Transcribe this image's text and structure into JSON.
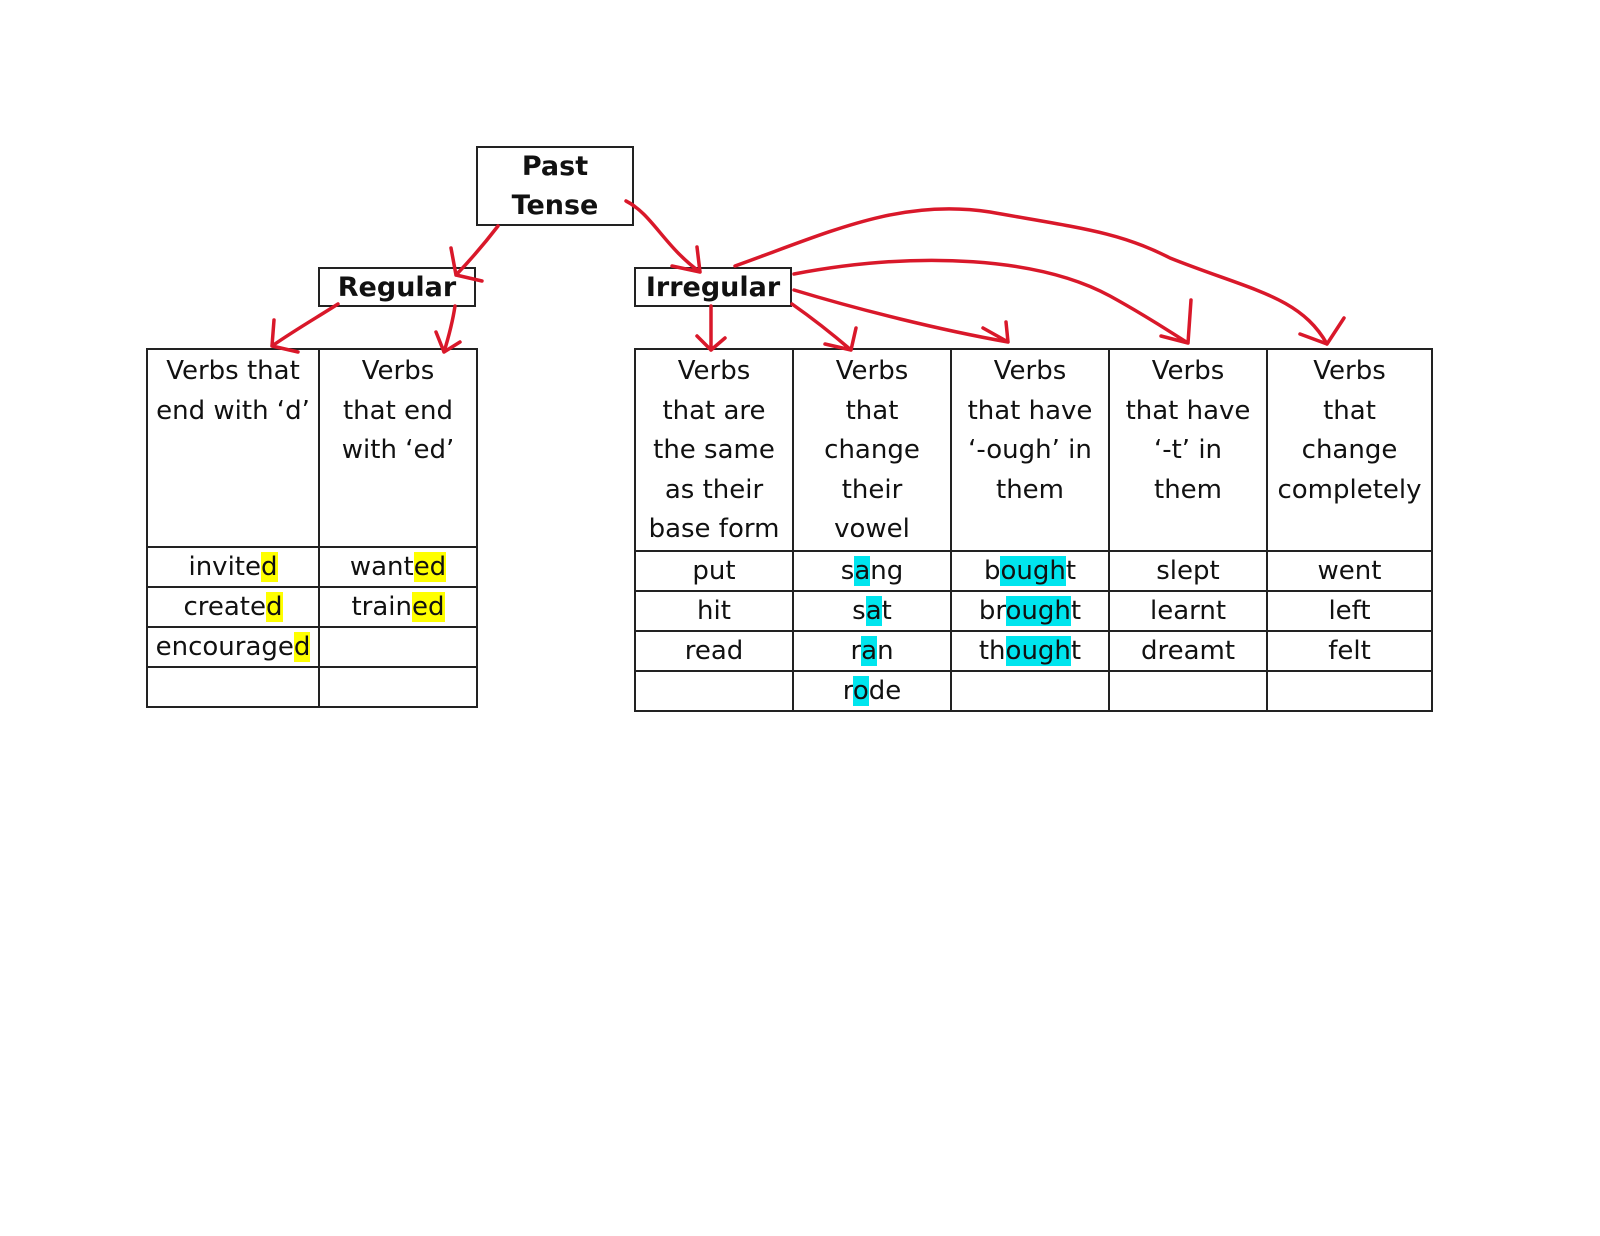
{
  "root": {
    "label": "Past\nTense"
  },
  "regular": {
    "label": "Regular",
    "columns": [
      {
        "header": "Verbs that\nend with ‘d’",
        "words": [
          [
            "invite",
            "d",
            ""
          ],
          [
            "create",
            "d",
            ""
          ],
          [
            "encourage",
            "d",
            ""
          ],
          [
            "",
            "",
            ""
          ]
        ]
      },
      {
        "header": "Verbs\nthat end\nwith ‘ed’",
        "words": [
          [
            "want",
            "ed",
            ""
          ],
          [
            "train",
            "ed",
            ""
          ],
          [
            "",
            "",
            ""
          ],
          [
            "",
            "",
            ""
          ]
        ]
      }
    ]
  },
  "irregular": {
    "label": "Irregular",
    "columns": [
      {
        "header": "Verbs\nthat are\nthe same\nas their\nbase form",
        "words": [
          [
            "put",
            "",
            ""
          ],
          [
            "hit",
            "",
            ""
          ],
          [
            "read",
            "",
            ""
          ],
          [
            "",
            "",
            ""
          ]
        ]
      },
      {
        "header": "Verbs\nthat\nchange\ntheir\nvowel",
        "words": [
          [
            "s",
            "a",
            "ng"
          ],
          [
            "s",
            "a",
            "t"
          ],
          [
            "r",
            "a",
            "n"
          ],
          [
            "r",
            "o",
            "de"
          ]
        ]
      },
      {
        "header": "Verbs\nthat have\n‘-ough’ in\nthem",
        "words": [
          [
            "b",
            "ough",
            "t"
          ],
          [
            "br",
            "ough",
            "t"
          ],
          [
            "th",
            "ough",
            "t"
          ],
          [
            "",
            "",
            ""
          ]
        ]
      },
      {
        "header": "Verbs\nthat have\n‘-t’ in\nthem",
        "words": [
          [
            "slept",
            "",
            ""
          ],
          [
            "learnt",
            "",
            ""
          ],
          [
            "dreamt",
            "",
            ""
          ],
          [
            "",
            "",
            ""
          ]
        ]
      },
      {
        "header": "Verbs\nthat\nchange\ncompletely",
        "words": [
          [
            "went",
            "",
            ""
          ],
          [
            "left",
            "",
            ""
          ],
          [
            "felt",
            "",
            ""
          ],
          [
            "",
            "",
            ""
          ]
        ]
      }
    ]
  },
  "colors": {
    "arrow": "#d9182a",
    "regular_highlight": "#ffff00",
    "irregular_highlight": "#00e5ee",
    "border": "#222222"
  }
}
